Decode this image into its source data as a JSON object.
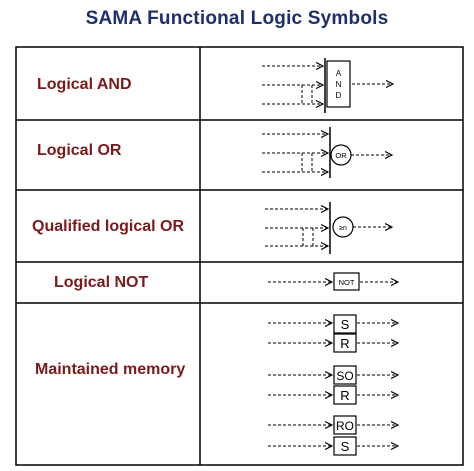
{
  "title": "SAMA Functional Logic Symbols",
  "colors": {
    "title": "#1f2f6b",
    "label": "#7a1a1a",
    "line": "#000000"
  },
  "rows": [
    {
      "label": "Logical AND",
      "symbol": "and-box",
      "symbol_text": [
        "A",
        "N",
        "D"
      ]
    },
    {
      "label": "Logical OR",
      "symbol": "or-circle",
      "symbol_text": "OR"
    },
    {
      "label": "Qualified logical OR",
      "symbol": "qualified-or-circle",
      "symbol_text": "≥n"
    },
    {
      "label": "Logical NOT",
      "symbol": "not-box",
      "symbol_text": "NOT"
    },
    {
      "label": "Maintained memory",
      "symbol": "memory-blocks",
      "blocks": [
        {
          "top": "S",
          "bottom": "R"
        },
        {
          "top": "SO",
          "bottom": "R"
        },
        {
          "top": "RO",
          "bottom": "S"
        }
      ]
    }
  ]
}
